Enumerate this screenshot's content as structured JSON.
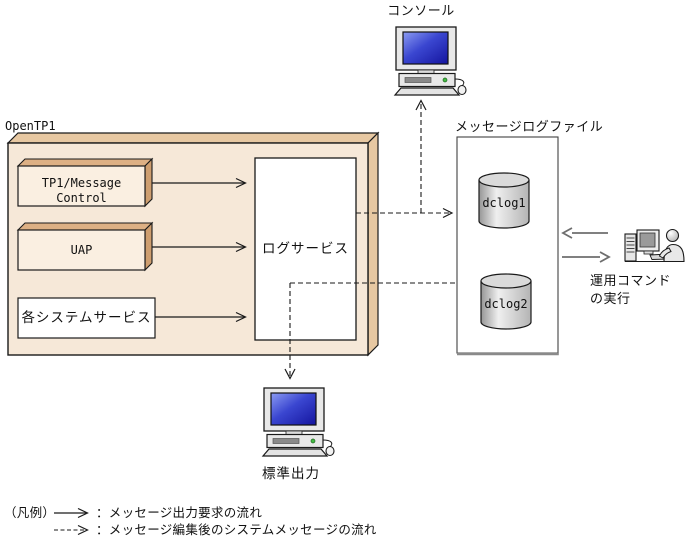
{
  "diagram": {
    "title_region": "OpenTP1 message log architecture",
    "open_tp1": {
      "label": "OpenTP1",
      "components": {
        "tp1_message_control": {
          "line1": "TP1/Message",
          "line2": "Control"
        },
        "uap": {
          "label": "UAP"
        },
        "system_services": {
          "label": "各システムサービス"
        },
        "log_service": {
          "label": "ログサービス"
        }
      }
    },
    "console": {
      "label": "コンソール",
      "icon": "desktop-computer-icon"
    },
    "stdout": {
      "label": "標準出力",
      "icon": "desktop-computer-icon"
    },
    "message_log_file": {
      "label": "メッセージログファイル",
      "files": [
        "dclog1",
        "dclog2"
      ]
    },
    "operator": {
      "label_line1": "運用コマンド",
      "label_line2": "の実行",
      "icon": "operator-at-terminal-icon"
    },
    "legend": {
      "title": "（凡例）",
      "solid_arrow_label": "：メッセージ出力要求の流れ",
      "dashed_arrow_label": "：メッセージ編集後のシステムメッセージの流れ"
    },
    "colors": {
      "opentp1_face": "#F6E8D8",
      "opentp1_edge": "#E7C8A2",
      "component_face": "#FAEFE1",
      "component_edge_top": "#DDB084",
      "component_edge_right": "#CE9E6F",
      "white_box": "#FFFFFF",
      "screen_blue": "#2A2FB8",
      "cylinder_gray": "#C9C9C9",
      "gray_arrow": "#6E6E6E",
      "line_black": "#1A1A1A"
    }
  }
}
